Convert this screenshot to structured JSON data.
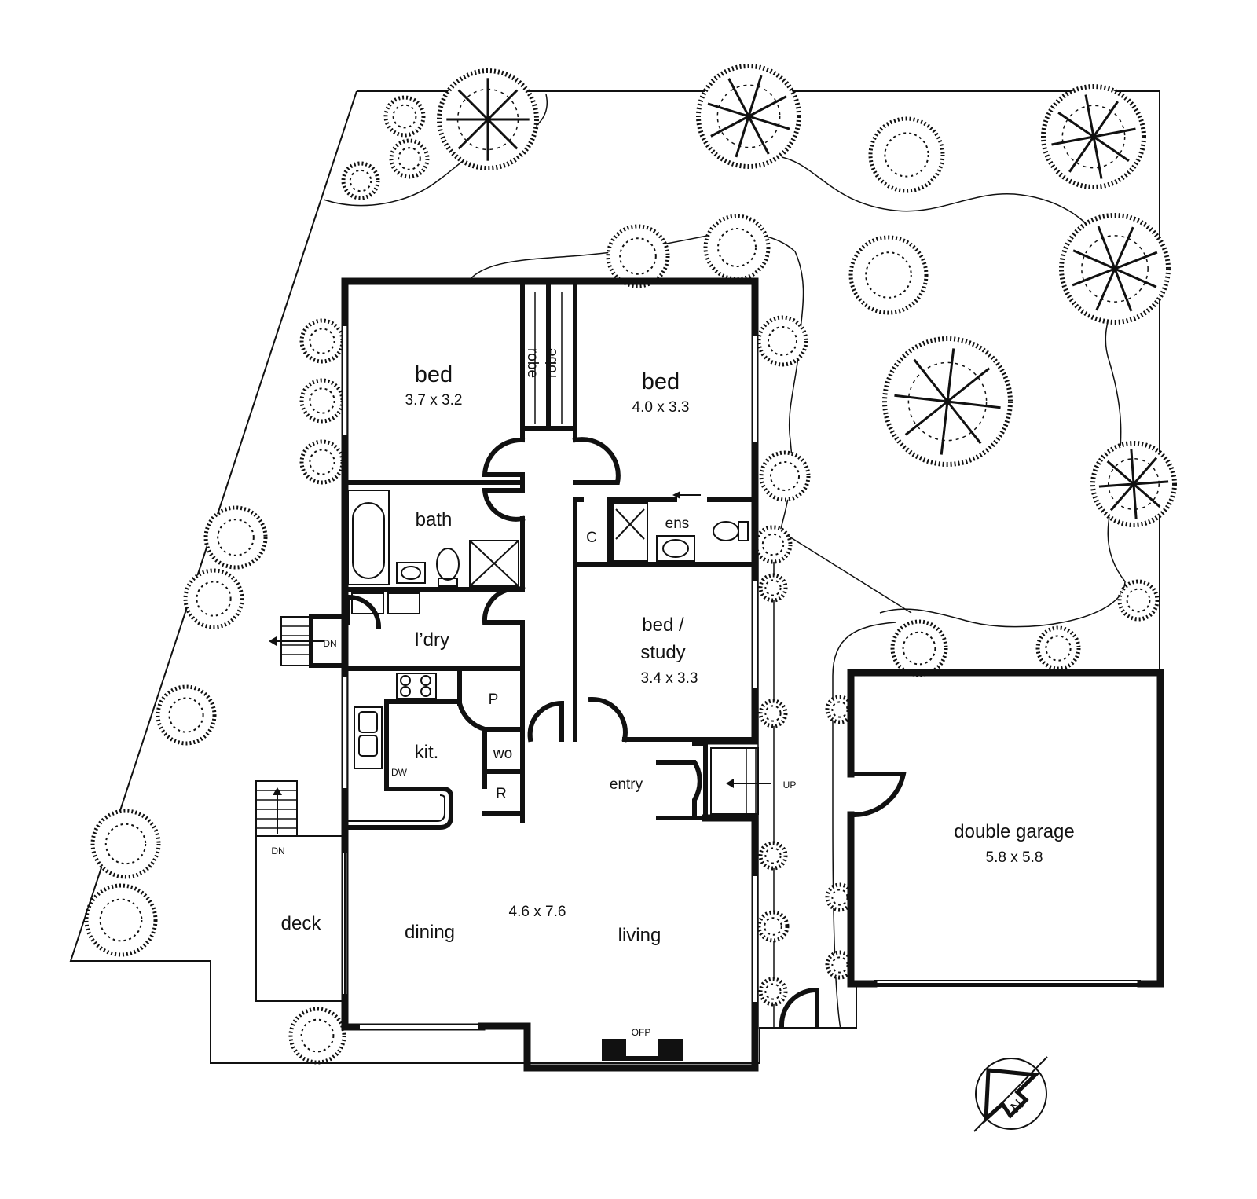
{
  "plan": {
    "rooms": {
      "bed1": {
        "name": "bed",
        "size": "3.7 x 3.2"
      },
      "bed2": {
        "name": "bed",
        "size": "4.0 x 3.3"
      },
      "robe1": "robe",
      "robe2": "robe",
      "bath": "bath",
      "ens": "ens",
      "cupboard": "C",
      "laundry": "l’dry",
      "bed_study": {
        "name_line1": "bed /",
        "name_line2": "study",
        "size": "3.4 x 3.3"
      },
      "pantry": "P",
      "kitchen": "kit.",
      "dishwasher": "DW",
      "wall_oven": "wo",
      "fridge": "R",
      "entry": "entry",
      "garage": {
        "name": "double garage",
        "size": "5.8 x 5.8"
      },
      "deck": "deck",
      "living_dining": {
        "size": "4.6 x 7.6",
        "dining": "dining",
        "living": "living"
      },
      "fireplace": "OFP"
    },
    "stairs": {
      "laundry_down": "DN",
      "deck_down": "DN",
      "entry_up": "UP"
    },
    "north_arrow": {
      "label": "N"
    }
  }
}
